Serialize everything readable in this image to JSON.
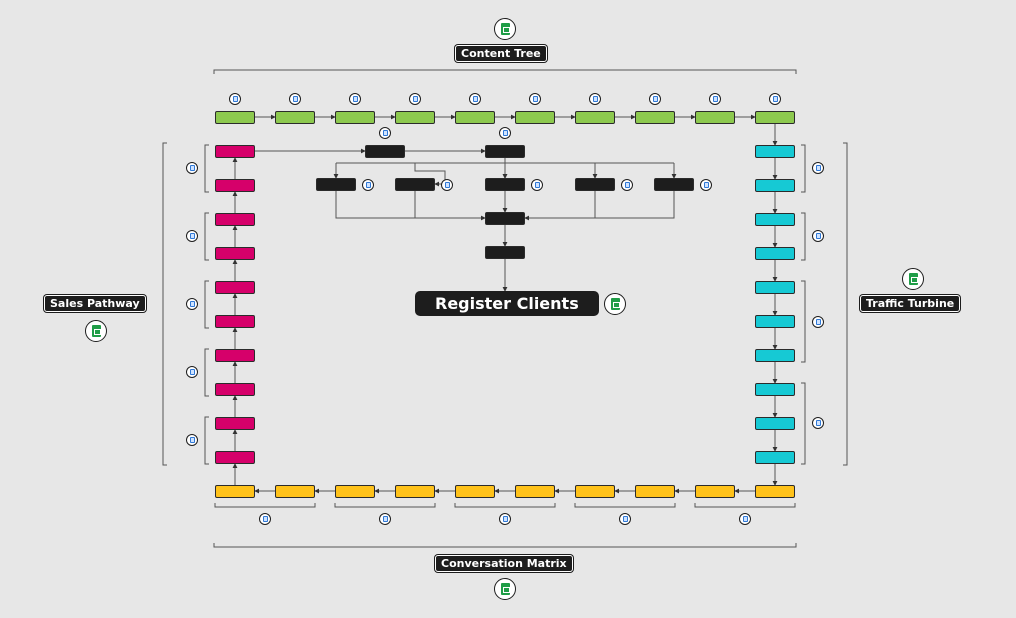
{
  "sections": {
    "top": {
      "label": "Content Tree"
    },
    "left": {
      "label": "Sales Pathway"
    },
    "right": {
      "label": "Traffic Turbine"
    },
    "bottom": {
      "label": "Conversation Matrix"
    }
  },
  "center": {
    "label": "Register Clients"
  },
  "colors": {
    "content": "#8dc94f",
    "sales": "#d6006a",
    "traffic": "#16c9d4",
    "conversation": "#ffc21a",
    "core": "#1d1d1d",
    "background": "#e7e7e7"
  },
  "icons": {
    "doc": "document-icon",
    "sheet": "spreadsheet-icon"
  }
}
